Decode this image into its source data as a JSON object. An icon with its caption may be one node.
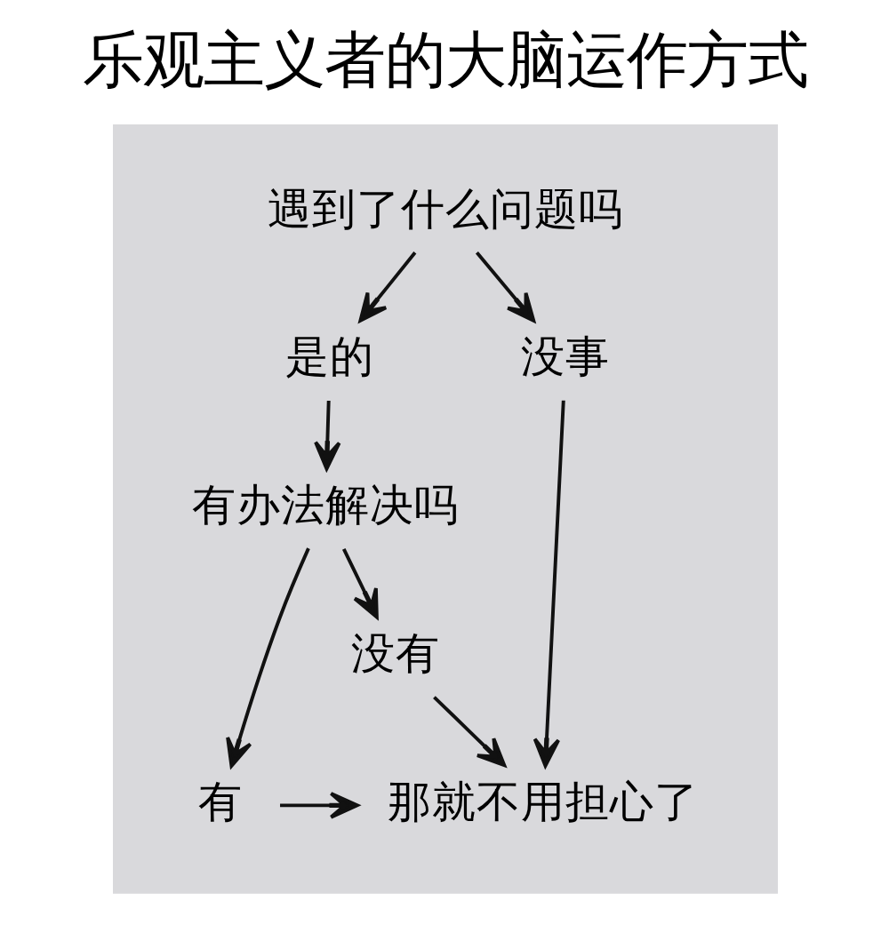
{
  "diagram": {
    "title": "乐观主义者的大脑运作方式",
    "nodes": [
      {
        "text": [],
        "shape": "box"
      },
      {
        "text": [
          "遇到了什么问题吗"
        ],
        "in": 0
      },
      {
        "text": [
          "是的"
        ],
        "in": 0
      },
      {
        "text": [
          "没事"
        ],
        "in": 0
      },
      {
        "text": [
          "有办法解决吗"
        ],
        "in": 0
      },
      {
        "text": [
          "没有"
        ],
        "in": 0
      },
      {
        "text": [
          "有"
        ],
        "in": 0
      },
      {
        "text": [
          "那就不用担心了"
        ],
        "in": 0
      }
    ],
    "edges": [
      {
        "from": 1,
        "to": 2,
        "arrow": "to"
      },
      {
        "from": 1,
        "to": 3,
        "arrow": "to"
      },
      {
        "from": 2,
        "to": 4,
        "arrow": "to"
      },
      {
        "from": 3,
        "to": 7,
        "arrow": "to"
      },
      {
        "from": 4,
        "to": 5,
        "arrow": "to"
      },
      {
        "from": 4,
        "to": 6,
        "arrow": "to"
      },
      {
        "from": 5,
        "to": 7,
        "arrow": "to"
      },
      {
        "from": 6,
        "to": 7,
        "arrow": "to"
      }
    ]
  }
}
